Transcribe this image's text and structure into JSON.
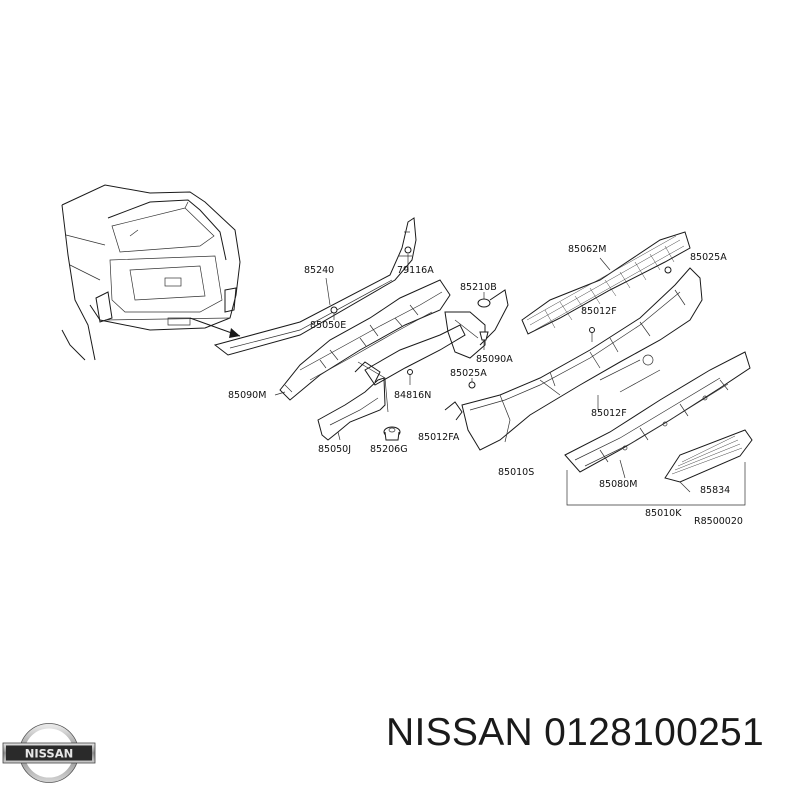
{
  "diagram": {
    "ref_code": "R8500020",
    "part_labels": {
      "p85240": "85240",
      "p79116A": "79116A",
      "p85050E": "85050E",
      "p85090M": "85090M",
      "p85050J": "85050J",
      "p85206G": "85206G",
      "p84816N": "84816N",
      "p85210B": "85210B",
      "p85090A": "85090A",
      "p85025A_left": "85025A",
      "p85012FA": "85012FA",
      "p85062M": "85062M",
      "p85025A_right": "85025A",
      "p85012F_top": "85012F",
      "p85012F_mid": "85012F",
      "p85010S": "85010S",
      "p85080M": "85080M",
      "p85834": "85834",
      "p85010K": "85010K"
    }
  },
  "footer": {
    "logo_text": "NISSAN",
    "part_number_text": "NISSAN 0128100251"
  }
}
